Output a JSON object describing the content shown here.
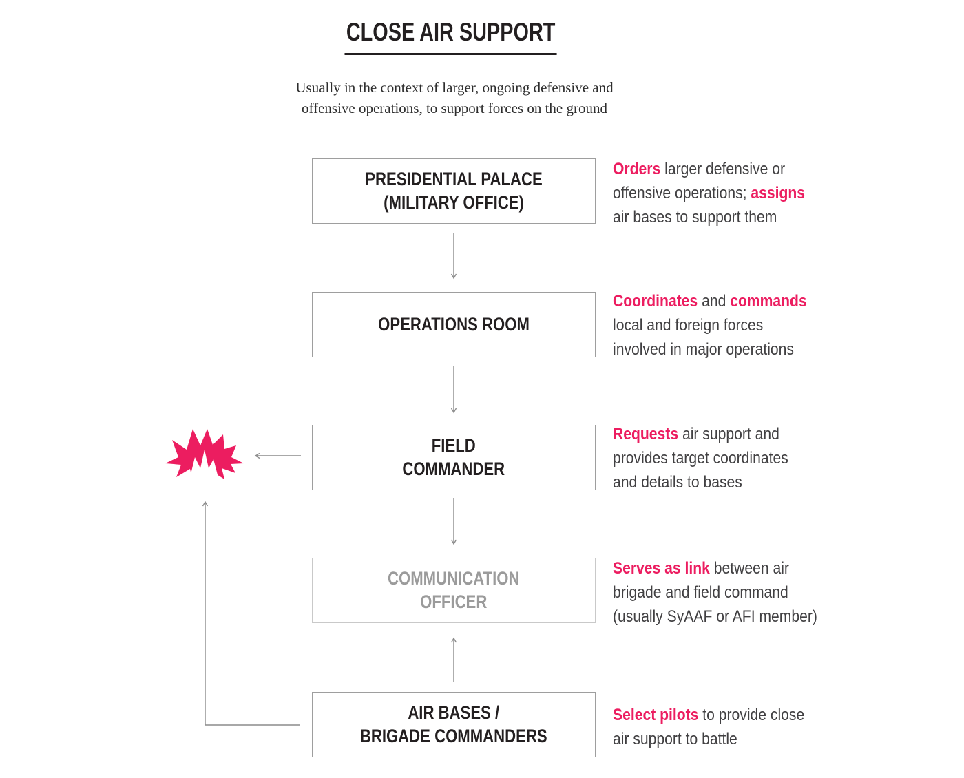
{
  "header": {
    "title": "CLOSE AIR SUPPORT",
    "subtitle_lines": [
      "Usually in the context of larger, ongoing defensive and",
      "offensive operations, to support forces on the ground"
    ]
  },
  "colors": {
    "accent_pink": "#EC1D60",
    "text_black": "#231F20",
    "annotation_text": "#414042",
    "muted_label_gray": "#9B9B9B",
    "muted_border_gray": "#C9C9C9",
    "box_border_gray": "#9E9E9E",
    "connector_gray": "#8C8C8C"
  },
  "icons": {
    "explosion": {
      "name": "explosion-icon",
      "color": "#EC1D60"
    }
  },
  "flow": {
    "nodes": [
      {
        "id": "presidential-palace",
        "lines": [
          "PRESIDENTIAL PALACE",
          "(MILITARY OFFICE)"
        ],
        "muted": false
      },
      {
        "id": "operations-room",
        "lines": [
          "OPERATIONS ROOM"
        ],
        "muted": false
      },
      {
        "id": "field-commander",
        "lines": [
          "FIELD",
          "COMMANDER"
        ],
        "muted": false
      },
      {
        "id": "communication-officer",
        "lines": [
          "COMMUNICATION",
          "OFFICER"
        ],
        "muted": true
      },
      {
        "id": "air-bases",
        "lines": [
          "AIR BASES /",
          "BRIGADE COMMANDERS"
        ],
        "muted": false
      }
    ]
  },
  "annotations": [
    {
      "lines": [
        {
          "parts": [
            {
              "text": "Orders",
              "highlight": true
            },
            {
              "text": " larger defensive or",
              "highlight": false
            }
          ]
        },
        {
          "parts": [
            {
              "text": "offensive operations; ",
              "highlight": false
            },
            {
              "text": "assigns",
              "highlight": true
            }
          ]
        },
        {
          "parts": [
            {
              "text": "air bases to support them",
              "highlight": false
            }
          ]
        }
      ]
    },
    {
      "lines": [
        {
          "parts": [
            {
              "text": "Coordinates",
              "highlight": true
            },
            {
              "text": " and ",
              "highlight": false
            },
            {
              "text": "commands",
              "highlight": true
            }
          ]
        },
        {
          "parts": [
            {
              "text": "local and foreign forces",
              "highlight": false
            }
          ]
        },
        {
          "parts": [
            {
              "text": "involved in major operations",
              "highlight": false
            }
          ]
        }
      ]
    },
    {
      "lines": [
        {
          "parts": [
            {
              "text": "Requests",
              "highlight": true
            },
            {
              "text": " air support and",
              "highlight": false
            }
          ]
        },
        {
          "parts": [
            {
              "text": "provides target coordinates",
              "highlight": false
            }
          ]
        },
        {
          "parts": [
            {
              "text": "and details to bases",
              "highlight": false
            }
          ]
        }
      ]
    },
    {
      "lines": [
        {
          "parts": [
            {
              "text": "Serves as link",
              "highlight": true
            },
            {
              "text": " between air",
              "highlight": false
            }
          ]
        },
        {
          "parts": [
            {
              "text": "brigade and field command",
              "highlight": false
            }
          ]
        },
        {
          "parts": [
            {
              "text": "(usually SyAAF or AFI member)",
              "highlight": false
            }
          ]
        }
      ]
    },
    {
      "lines": [
        {
          "parts": [
            {
              "text": "Select pilots",
              "highlight": true
            },
            {
              "text": " to provide close",
              "highlight": false
            }
          ]
        },
        {
          "parts": [
            {
              "text": "air support to battle",
              "highlight": false
            }
          ]
        }
      ]
    }
  ]
}
